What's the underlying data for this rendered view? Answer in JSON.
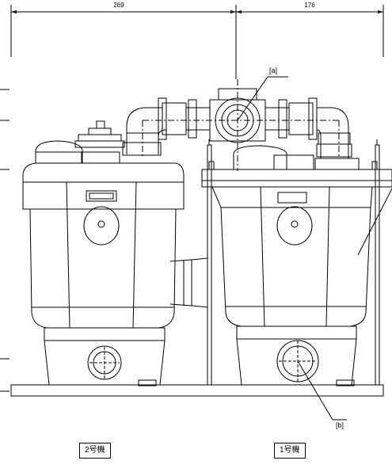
{
  "dimensions": {
    "left_width": "269",
    "right_width": "176"
  },
  "callouts": {
    "a": "[a]",
    "b": "[b]"
  },
  "units": {
    "unit2": "2号機",
    "unit1": "1号機"
  },
  "colors": {
    "line": "#000000",
    "background": "#ffffff"
  }
}
